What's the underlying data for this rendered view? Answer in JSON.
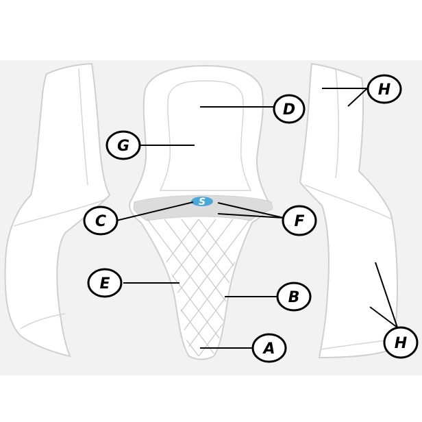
{
  "diagram": {
    "logo_letter": "S",
    "colors": {
      "background_band": "#f2f2f2",
      "outline": "#cfcfcf",
      "stitch": "#c8c8c8",
      "trim_band": "#dcdcdc",
      "logo": "#4aa8d8",
      "leader": "#000000"
    },
    "callouts": {
      "a": "A",
      "b": "B",
      "c": "C",
      "d": "D",
      "e": "E",
      "f": "F",
      "g": "G",
      "h_top": "H",
      "h_bottom": "H"
    }
  }
}
